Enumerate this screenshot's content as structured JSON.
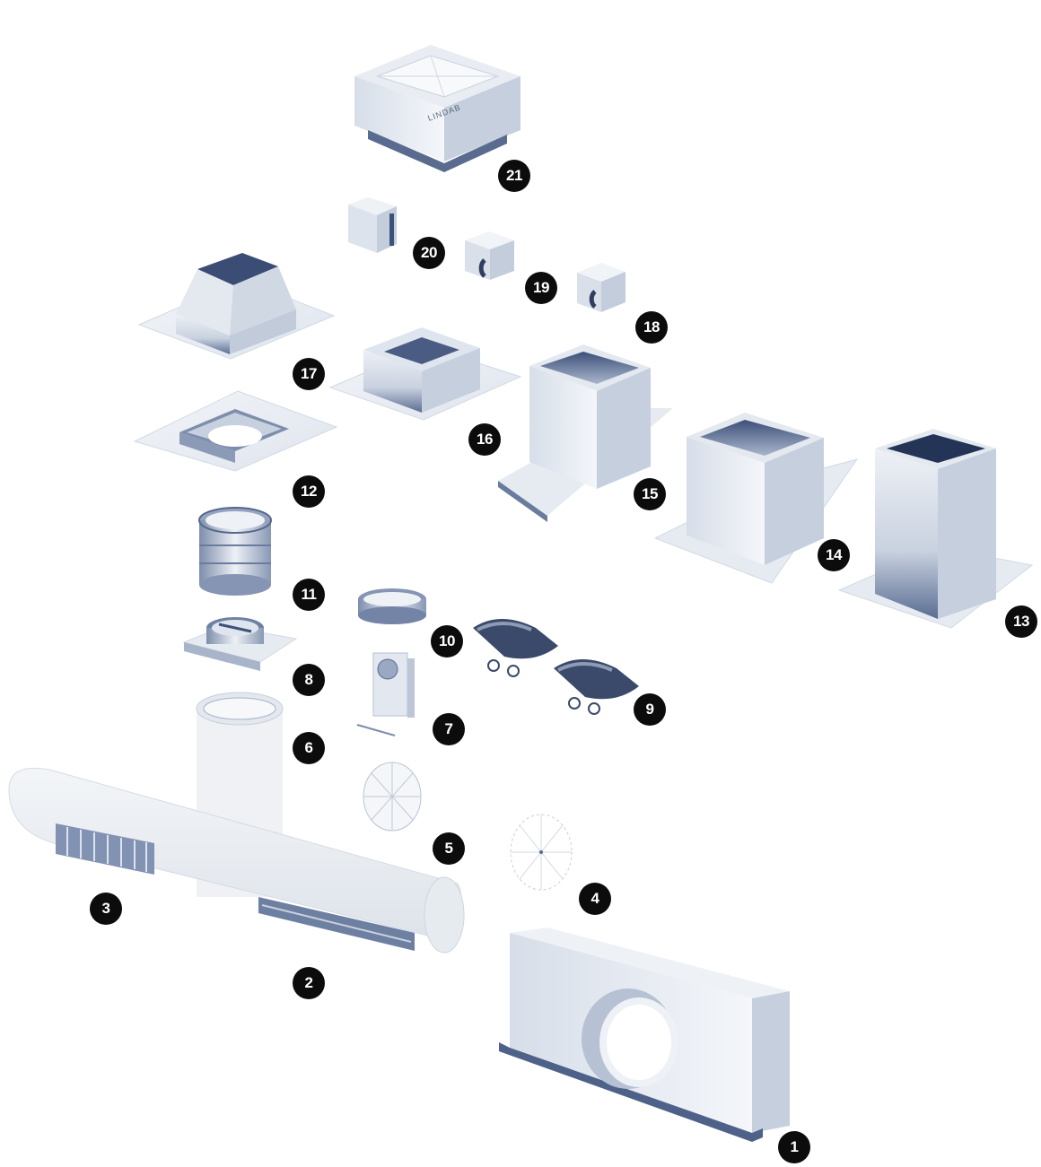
{
  "brand_text": "LINDAB",
  "colors": {
    "metal_light": "#eef1f6",
    "metal_mid": "#b9c4d6",
    "metal_dark": "#5a6d92",
    "badge": "#0c0c0c",
    "badge_text": "#ffffff",
    "translucent": "#e8ecf1"
  },
  "parts": [
    {
      "id": "1",
      "label": "1"
    },
    {
      "id": "2",
      "label": "2"
    },
    {
      "id": "3",
      "label": "3"
    },
    {
      "id": "4",
      "label": "4"
    },
    {
      "id": "5",
      "label": "5"
    },
    {
      "id": "6",
      "label": "6"
    },
    {
      "id": "7",
      "label": "7"
    },
    {
      "id": "8",
      "label": "8"
    },
    {
      "id": "9",
      "label": "9"
    },
    {
      "id": "10",
      "label": "10"
    },
    {
      "id": "11",
      "label": "11"
    },
    {
      "id": "12",
      "label": "12"
    },
    {
      "id": "13",
      "label": "13"
    },
    {
      "id": "14",
      "label": "14"
    },
    {
      "id": "15",
      "label": "15"
    },
    {
      "id": "16",
      "label": "16"
    },
    {
      "id": "17",
      "label": "17"
    },
    {
      "id": "18",
      "label": "18"
    },
    {
      "id": "19",
      "label": "19"
    },
    {
      "id": "20",
      "label": "20"
    },
    {
      "id": "21",
      "label": "21"
    }
  ]
}
